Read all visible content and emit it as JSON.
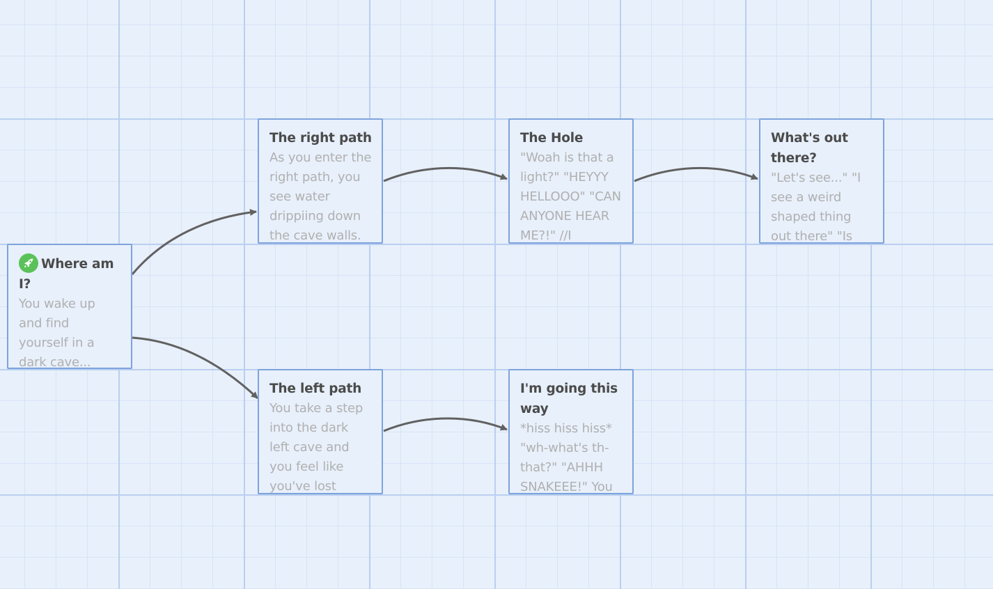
{
  "passages": {
    "start": {
      "icon": "rocket-icon",
      "is_start": true,
      "title": "Where am I?",
      "excerpt": "You wake up and find yourself in a dark cave..."
    },
    "right_path": {
      "title": "The right path",
      "excerpt": "As you enter the right path, you see water drippiing down the cave walls."
    },
    "hole": {
      "title": "The Hole",
      "excerpt": "\"Woah is that a light?\" \"HEYYY HELLOOO\" \"CAN ANYONE HEAR ME?!\" //I"
    },
    "out_there": {
      "title": "What's out there?",
      "excerpt": "\"Let's see...\" \"I see a weird shaped thing out there\" \"Is"
    },
    "left_path": {
      "title": "The left path",
      "excerpt": "You take a step into the dark left cave and you feel like you've lost"
    },
    "going": {
      "title": "I'm going this way",
      "excerpt": "*hiss hiss hiss* \"wh-what's th-that?\" \"AHHH SNAKEEE!\" You"
    }
  },
  "links": [
    {
      "from": "start",
      "to": "right_path"
    },
    {
      "from": "start",
      "to": "left_path"
    },
    {
      "from": "right_path",
      "to": "hole"
    },
    {
      "from": "hole",
      "to": "out_there"
    },
    {
      "from": "left_path",
      "to": "going"
    }
  ],
  "colors": {
    "background": "#e8f0fb",
    "passage_border": "#7da3dc",
    "link_arrow": "#616161",
    "start_badge": "#5bc25a",
    "title_text": "#4b4b4b",
    "excerpt_text": "#b0b0b0"
  }
}
